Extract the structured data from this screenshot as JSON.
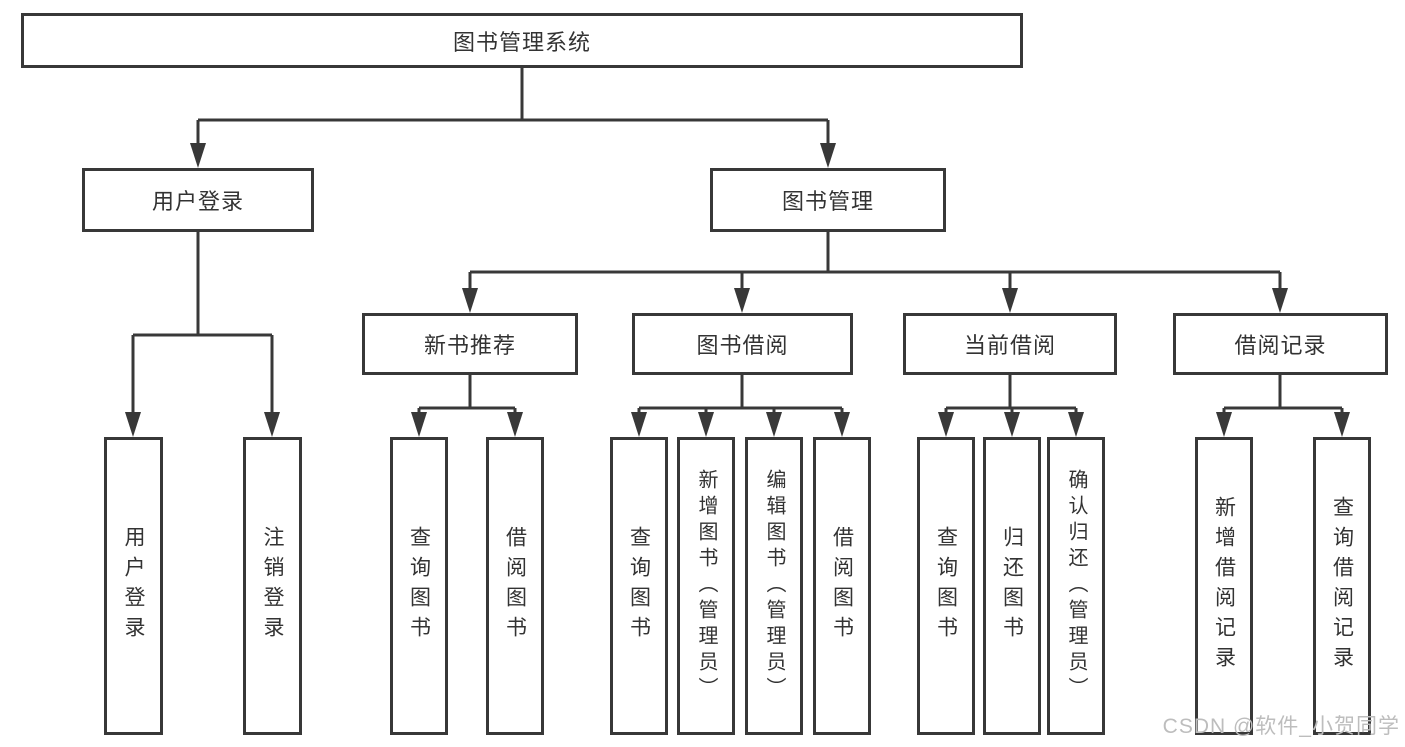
{
  "diagram": {
    "root": {
      "label": "图书管理系统"
    },
    "branches": [
      {
        "label": "用户登录",
        "children": [
          {
            "label": "用户登录"
          },
          {
            "label": "注销登录"
          }
        ]
      },
      {
        "label": "图书管理",
        "children": [
          {
            "label": "新书推荐",
            "children": [
              {
                "label": "查询图书"
              },
              {
                "label": "借阅图书"
              }
            ]
          },
          {
            "label": "图书借阅",
            "children": [
              {
                "label": "查询图书"
              },
              {
                "label": "新增图书（管理员）"
              },
              {
                "label": "编辑图书（管理员）"
              },
              {
                "label": "借阅图书"
              }
            ]
          },
          {
            "label": "当前借阅",
            "children": [
              {
                "label": "查询图书"
              },
              {
                "label": "归还图书"
              },
              {
                "label": "确认归还（管理员）"
              }
            ]
          },
          {
            "label": "借阅记录",
            "children": [
              {
                "label": "新增借阅记录"
              },
              {
                "label": "查询借阅记录"
              }
            ]
          }
        ]
      }
    ]
  },
  "watermark": {
    "text": "CSDN @软件_小贺同学"
  },
  "colors": {
    "line": "#383838",
    "text": "#333333",
    "watermark": "#bdbdbd",
    "background": "#ffffff"
  }
}
